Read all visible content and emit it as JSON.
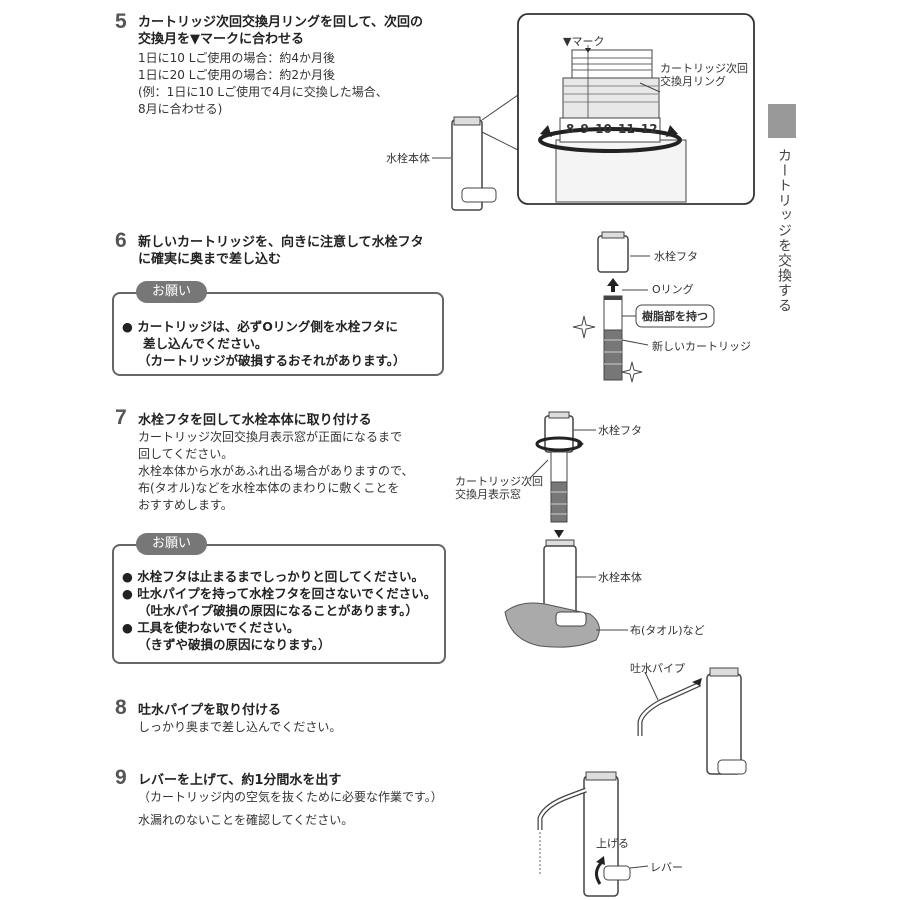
{
  "side_tab": {
    "label": "カートリッジを交換する"
  },
  "step5": {
    "number": "5",
    "title_line1": "カートリッジ次回交換月リングを回して、次回の",
    "title_line2": "交換月を▼マークに合わせる",
    "body": [
      "1日に10 Lご使用の場合：約4か月後",
      "1日に20 Lご使用の場合：約2か月後",
      "(例：1日に10 Lご使用で4月に交換した場合、",
      "8月に合わせる)"
    ],
    "label_mark": "▼マーク",
    "label_ring_1": "カートリッジ次回",
    "label_ring_2": "交換月リング",
    "label_body": "水栓本体",
    "ring_months": [
      "8",
      "9",
      "10",
      "11",
      "12"
    ]
  },
  "step6": {
    "number": "6",
    "title_line1": "新しいカートリッジを、向きに注意して水栓フタ",
    "title_line2": "に確実に奥まで差し込む",
    "note_label": "お願い",
    "note_lines": [
      "●  カートリッジは、必ずOリング側を水栓フタに",
      "差し込んでください。",
      "（カートリッジが破損するおそれがあります。）"
    ],
    "label_cap": "水栓フタ",
    "label_oring": "Oリング",
    "label_hold": "樹脂部を持つ",
    "label_new": "新しいカートリッジ"
  },
  "step7": {
    "number": "7",
    "title": "水栓フタを回して水栓本体に取り付ける",
    "body": [
      "カートリッジ次回交換月表示窓が正面になるまで",
      "回してください。",
      "水栓本体から水があふれ出る場合がありますので、",
      "布(タオル)などを水栓本体のまわりに敷くことを",
      "おすすめします。"
    ],
    "note_label": "お願い",
    "note_lines": [
      "●  水栓フタは止まるまでしっかりと回してください。",
      "●  吐水パイプを持って水栓フタを回さないでください。",
      "（吐水パイプ破損の原因になることがあります。）",
      "●  工具を使わないでください。",
      "（きずや破損の原因になります。）"
    ],
    "label_cap": "水栓フタ",
    "label_window_1": "カートリッジ次回",
    "label_window_2": "交換月表示窓",
    "label_body": "水栓本体",
    "label_towel": "布(タオル)など"
  },
  "step8": {
    "number": "8",
    "title": "吐水パイプを取り付ける",
    "body": [
      "しっかり奥まで差し込んでください。"
    ],
    "label_pipe": "吐水パイプ"
  },
  "step9": {
    "number": "9",
    "title": "レバーを上げて、約1分間水を出す",
    "body": [
      "（カートリッジ内の空気を抜くために必要な作業です。）",
      "",
      "水漏れのないことを確認してください。"
    ],
    "label_up": "上げる",
    "label_lever": "レバー"
  }
}
